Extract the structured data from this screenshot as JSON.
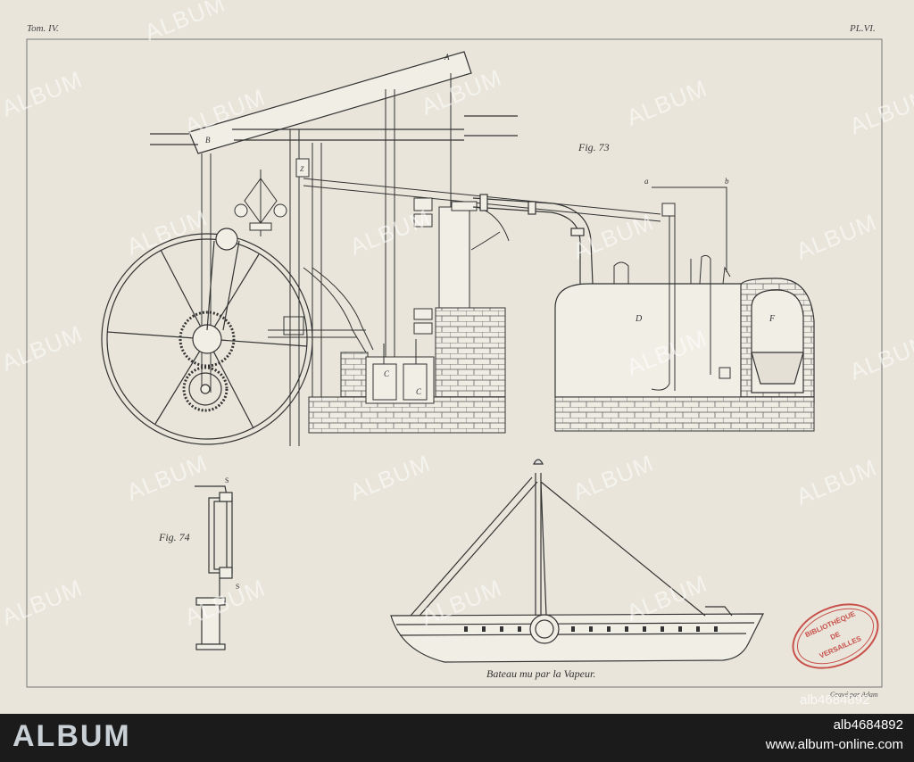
{
  "plate": {
    "tome": "Tom. IV.",
    "plate_no": "PL.VI.",
    "fig_73": "Fig. 73",
    "fig_74": "Fig. 74",
    "caption": "Bateau mu par la Vapeur.",
    "engraver": "Gravé par Adam"
  },
  "watermark": {
    "text": "ALBUM"
  },
  "stamp": {
    "line1": "BIBLIOTHÈQUE",
    "line2": "DE",
    "line3": "VERSAILLES",
    "color": "#c8504a"
  },
  "footer": {
    "brand": "ALBUM",
    "image_id": "alb4684892",
    "website": "www.album-online.com",
    "brand_color": "#c9d1d6"
  },
  "icons": {
    "stamp": "library-stamp-icon"
  }
}
